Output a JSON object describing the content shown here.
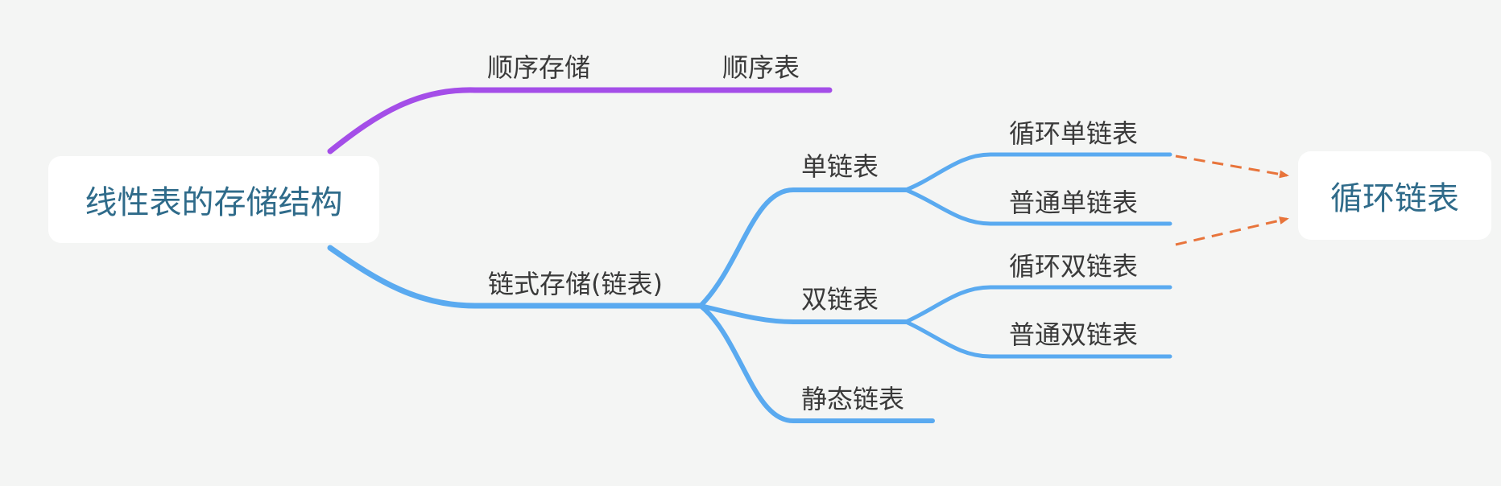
{
  "root": {
    "label": "线性表的存储结构"
  },
  "branches": {
    "sequential": {
      "label": "顺序存储",
      "child": "顺序表"
    },
    "linked": {
      "label": "链式存储(链表)",
      "singly": {
        "label": "单链表",
        "children": [
          "循环单链表",
          "普通单链表"
        ]
      },
      "doubly": {
        "label": "双链表",
        "children": [
          "循环双链表",
          "普通双链表"
        ]
      },
      "static": {
        "label": "静态链表"
      }
    }
  },
  "circular": {
    "label": "循环链表"
  },
  "colors": {
    "sequential_branch": "#a44ee8",
    "linked_branch": "#5aaaf0",
    "dashed_arrow": "#e8743b",
    "box_text": "#2f6b8a",
    "label_text": "#3a3a3a",
    "background": "#f4f5f4"
  }
}
